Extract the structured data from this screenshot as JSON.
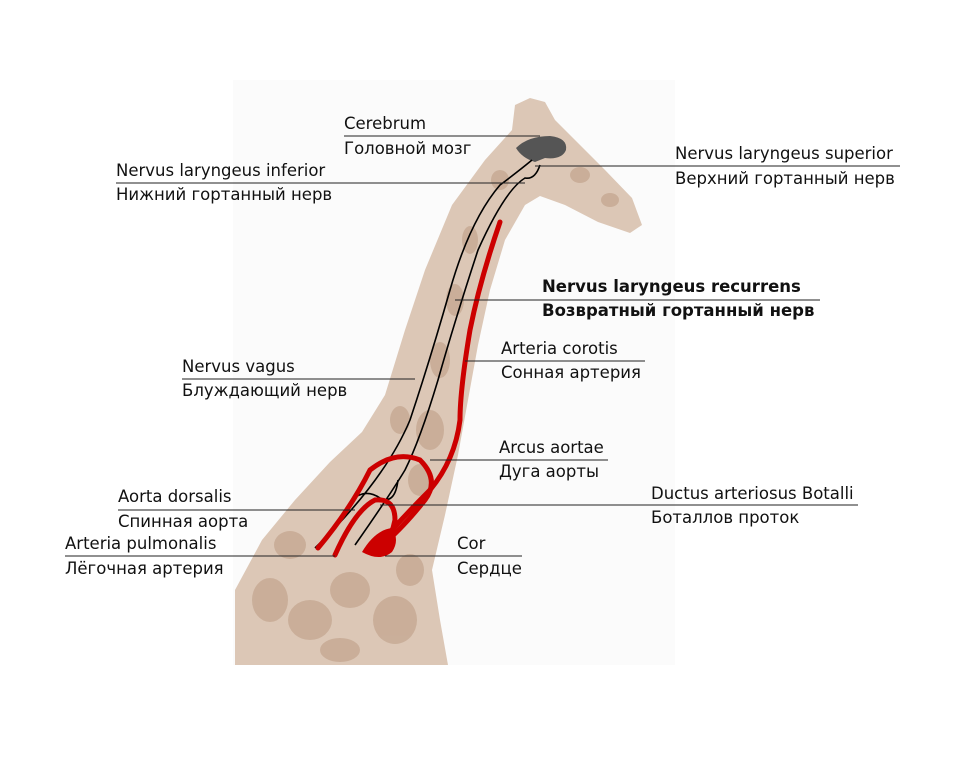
{
  "colors": {
    "skin": "#dcc7b6",
    "spot": "#c9ad97",
    "nerve": "#000000",
    "artery": "#cc0000",
    "brain": "#555555"
  },
  "labels": {
    "cerebrum": {
      "la": "Cerebrum",
      "ru": "Головной мозг"
    },
    "inferior": {
      "la": "Nervus laryngeus inferior",
      "ru": "Нижний гортанный нерв"
    },
    "superior": {
      "la": "Nervus laryngeus superior",
      "ru": "Верхний гортанный нерв"
    },
    "recurrens": {
      "la": "Nervus laryngeus recurrens",
      "ru": "Возвратный гортанный нерв"
    },
    "corotis": {
      "la": "Arteria corotis",
      "ru": "Сонная артерия"
    },
    "vagus": {
      "la": "Nervus vagus",
      "ru": "Блуждающий нерв"
    },
    "arcus": {
      "la": "Arcus aortae",
      "ru": "Дуга аорты"
    },
    "dorsalis": {
      "la": "Aorta dorsalis",
      "ru": "Спинная аорта"
    },
    "botalli": {
      "la": "Ductus arteriosus Botalli",
      "ru": "Боталлов проток"
    },
    "pulmonalis": {
      "la": "Arteria pulmonalis",
      "ru": "Лёгочная артерия"
    },
    "cor": {
      "la": "Cor",
      "ru": "Сердце"
    }
  }
}
